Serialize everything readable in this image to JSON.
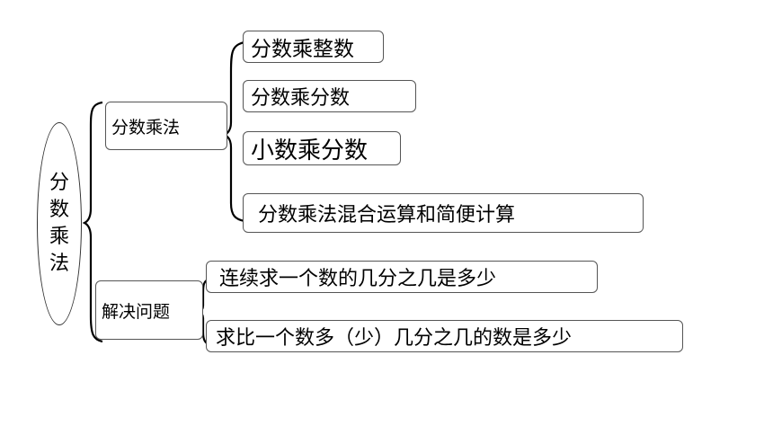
{
  "root": {
    "label": "分数乘法",
    "chars": [
      "分",
      "数",
      "乘",
      "法"
    ]
  },
  "branches": [
    {
      "label": "分数乘法",
      "children": [
        "分数乘整数",
        "分数乘分数",
        "小数乘分数",
        "分数乘法混合运算和简便计算"
      ]
    },
    {
      "label": "解决问题",
      "children": [
        "连续求一个数的几分之几是多少",
        "求比一个数多（少）几分之几的数是多少"
      ]
    }
  ],
  "colors": {
    "border": "#555555",
    "bracket": "#000000"
  }
}
